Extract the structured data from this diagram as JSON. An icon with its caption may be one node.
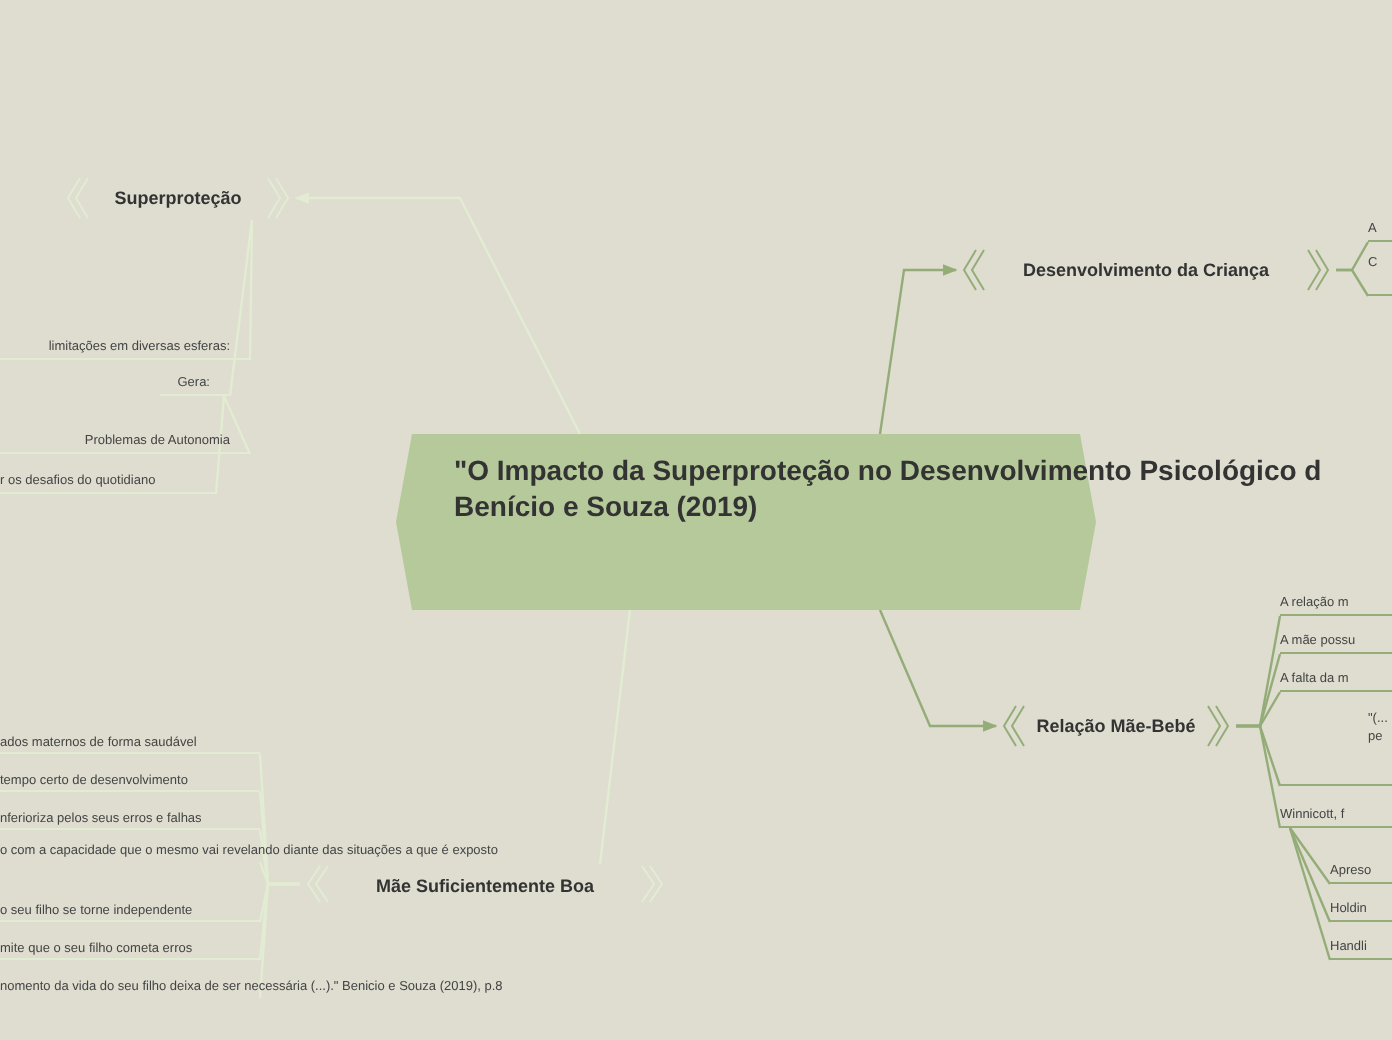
{
  "diagram": {
    "nodes": [
      {
        "text": [
          "\"O Impacto da Superproteção no Desenvolvimento Psicológico d Benício e Souza (2019)"
        ]
      },
      {
        "text": [
          "Superproteção"
        ]
      },
      {
        "text": [
          "limitações em diversas esferas:"
        ]
      },
      {
        "text": [
          "Gera:"
        ]
      },
      {
        "text": [
          "Problemas de Autonomia"
        ]
      },
      {
        "text": [
          "r os desafios do quotidiano"
        ]
      },
      {
        "text": [
          "Desenvolvimento da Criança"
        ]
      },
      {
        "text": [
          "A"
        ]
      },
      {
        "text": [
          "C"
        ]
      },
      {
        "text": [
          "Mãe Suficientemente Boa"
        ]
      },
      {
        "text": [
          "ados maternos de forma saudável"
        ]
      },
      {
        "text": [
          "tempo certo de desenvolvimento"
        ]
      },
      {
        "text": [
          "nferioriza pelos seus erros e falhas"
        ]
      },
      {
        "text": [
          "o com a capacidade que o mesmo vai revelando diante das situações a que é exposto"
        ]
      },
      {
        "text": [
          "o seu filho se torne independente"
        ]
      },
      {
        "text": [
          "mite que o seu filho cometa erros"
        ]
      },
      {
        "text": [
          "nomento da vida do seu filho deixa de ser necessária (...).\" Benicio e Souza (2019), p.8"
        ]
      },
      {
        "text": [
          "Relação Mãe-Bebé"
        ]
      },
      {
        "text": [
          "A relação m"
        ]
      },
      {
        "text": [
          "A mãe possu"
        ]
      },
      {
        "text": [
          "A falta da m"
        ]
      },
      {
        "text": [
          "\"(... pe"
        ]
      },
      {
        "text": [
          "Winnicott, f"
        ]
      },
      {
        "text": [
          "Apreso"
        ]
      },
      {
        "text": [
          "Holdin"
        ]
      },
      {
        "text": [
          "Handli"
        ]
      }
    ],
    "edges": [
      {
        "from": 0,
        "to": 1,
        "arrow": "to"
      },
      {
        "from": 1,
        "to": 2,
        "arrow": "none"
      },
      {
        "from": 1,
        "to": 3,
        "arrow": "none"
      },
      {
        "from": 3,
        "to": 4,
        "arrow": "none"
      },
      {
        "from": 3,
        "to": 5,
        "arrow": "none"
      },
      {
        "from": 0,
        "to": 6,
        "arrow": "to",
        "color": "#94ad78"
      },
      {
        "from": 6,
        "to": 7,
        "arrow": "none",
        "color": "#94ad78"
      },
      {
        "from": 6,
        "to": 8,
        "arrow": "none",
        "color": "#94ad78"
      },
      {
        "from": 0,
        "to": 9,
        "arrow": "none"
      },
      {
        "from": 9,
        "to": 10,
        "arrow": "none"
      },
      {
        "from": 9,
        "to": 11,
        "arrow": "none"
      },
      {
        "from": 9,
        "to": 12,
        "arrow": "none"
      },
      {
        "from": 9,
        "to": 13,
        "arrow": "none"
      },
      {
        "from": 9,
        "to": 14,
        "arrow": "none"
      },
      {
        "from": 9,
        "to": 15,
        "arrow": "none"
      },
      {
        "from": 9,
        "to": 16,
        "arrow": "none"
      },
      {
        "from": 0,
        "to": 17,
        "arrow": "to",
        "color": "#94ad78"
      },
      {
        "from": 17,
        "to": 18,
        "arrow": "none",
        "color": "#94ad78"
      },
      {
        "from": 17,
        "to": 19,
        "arrow": "none",
        "color": "#94ad78"
      },
      {
        "from": 17,
        "to": 20,
        "arrow": "none",
        "color": "#94ad78"
      },
      {
        "from": 17,
        "to": 21,
        "arrow": "none",
        "color": "#94ad78"
      },
      {
        "from": 17,
        "to": 22,
        "arrow": "none",
        "color": "#94ad78"
      },
      {
        "from": 22,
        "to": 23,
        "arrow": "none",
        "color": "#94ad78"
      },
      {
        "from": 22,
        "to": 24,
        "arrow": "none",
        "color": "#94ad78"
      },
      {
        "from": 22,
        "to": 25,
        "arrow": "none",
        "color": "#94ad78"
      }
    ]
  }
}
